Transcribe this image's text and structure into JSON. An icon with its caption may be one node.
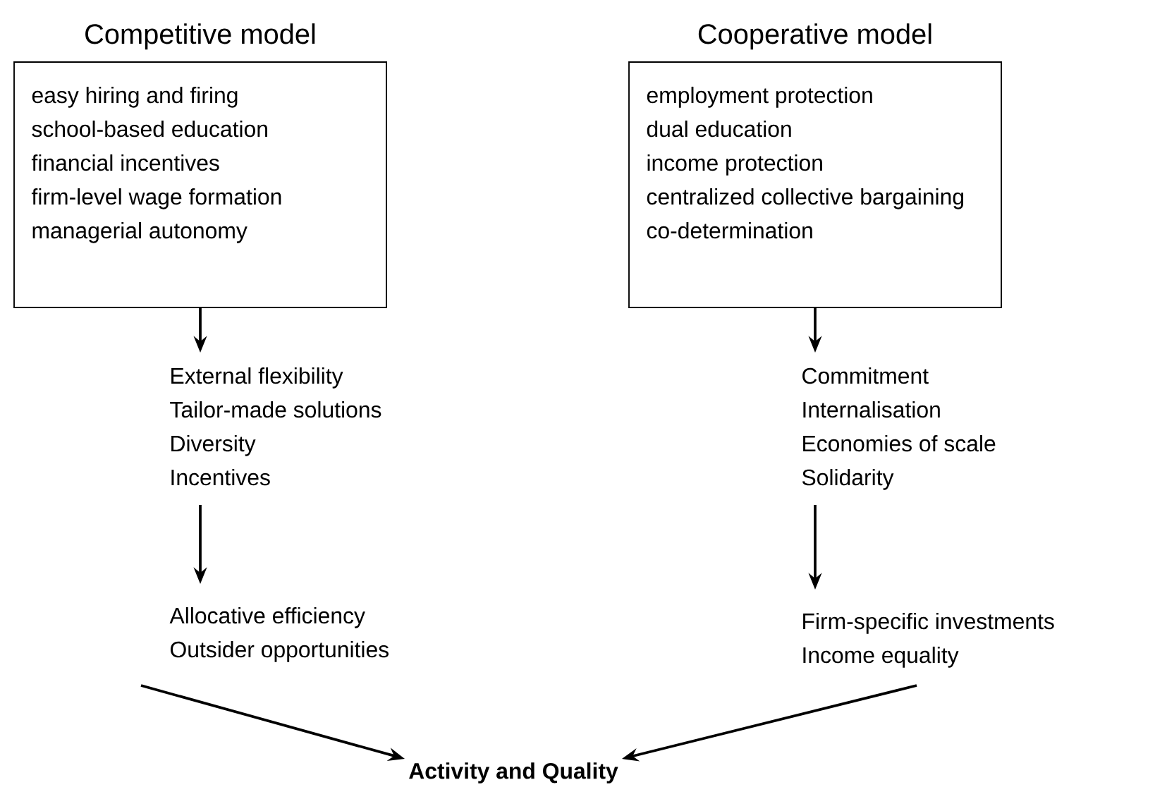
{
  "diagram": {
    "nodes": [
      {
        "text": [
          "Competitive model",
          "easy hiring and firing",
          "school-based education",
          "financial incentives",
          "firm-level wage formation",
          "managerial autonomy"
        ]
      },
      {
        "text": [
          "Cooperative model",
          "employment protection",
          "dual education",
          "income protection",
          "centralized collective bargaining",
          "co-determination"
        ]
      },
      {
        "text": [
          "External flexibility",
          "Tailor-made solutions",
          "Diversity",
          "Incentives"
        ]
      },
      {
        "text": [
          "Commitment",
          "Internalisation",
          "Economies of scale",
          "Solidarity"
        ]
      },
      {
        "text": [
          "Allocative efficiency",
          "Outsider opportunities"
        ]
      },
      {
        "text": [
          "Firm-specific investments",
          "Income equality"
        ]
      },
      {
        "text": [
          "Activity and Quality"
        ]
      }
    ],
    "edges": [
      {
        "from": 0,
        "to": 2,
        "arrow": "to"
      },
      {
        "from": 2,
        "to": 4,
        "arrow": "to"
      },
      {
        "from": 1,
        "to": 3,
        "arrow": "to"
      },
      {
        "from": 3,
        "to": 5,
        "arrow": "to"
      },
      {
        "from": 4,
        "to": 6,
        "arrow": "to"
      },
      {
        "from": 5,
        "to": 6,
        "arrow": "to"
      }
    ]
  }
}
